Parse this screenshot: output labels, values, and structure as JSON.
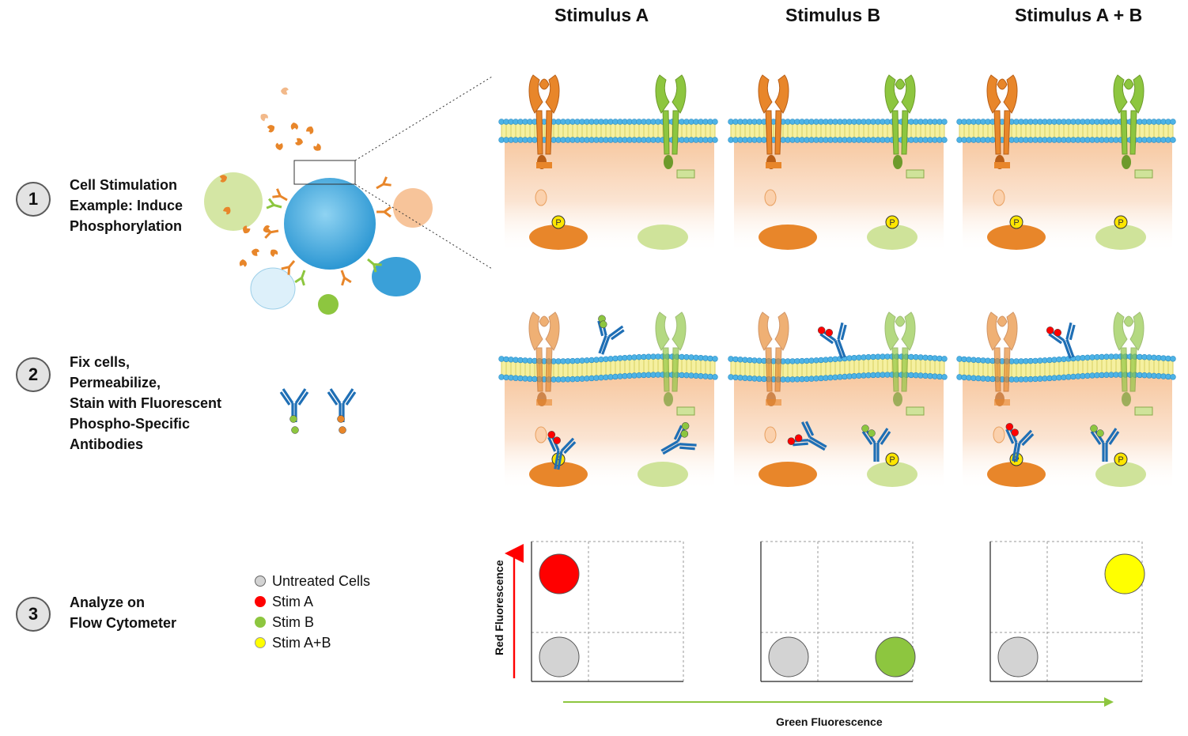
{
  "columns": [
    {
      "title": "Stimulus A"
    },
    {
      "title": "Stimulus B"
    },
    {
      "title": "Stimulus A + B"
    }
  ],
  "steps": [
    {
      "number": "1",
      "lines": [
        "Cell Stimulation",
        "Example: Induce",
        "Phosphorylation"
      ]
    },
    {
      "number": "2",
      "lines": [
        "Fix cells,",
        "Permeabilize,",
        "Stain with Fluorescent",
        "Phospho-Specific",
        "Antibodies"
      ]
    },
    {
      "number": "3",
      "lines": [
        "Analyze on",
        "Flow Cytometer"
      ]
    }
  ],
  "phospho_label": "P",
  "legend": [
    {
      "label": "Untreated Cells",
      "color": "#d3d3d3"
    },
    {
      "label": "Stim A",
      "color": "#ff0000"
    },
    {
      "label": "Stim B",
      "color": "#8dc63f"
    },
    {
      "label": "Stim A+B",
      "color": "#ffff00"
    }
  ],
  "axes": {
    "y_label": "Red Fluorescence",
    "x_label": "Green Fluorescence"
  },
  "colors": {
    "orange": "#e8862a",
    "light_orange": "#f7c49a",
    "green": "#8dc63f",
    "light_green": "#cfe39a",
    "blue": "#3aa0d8",
    "antibody_blue": "#1f6fb5",
    "membrane_blue": "#4db3e6",
    "membrane_yellow": "#f5f0a0"
  }
}
